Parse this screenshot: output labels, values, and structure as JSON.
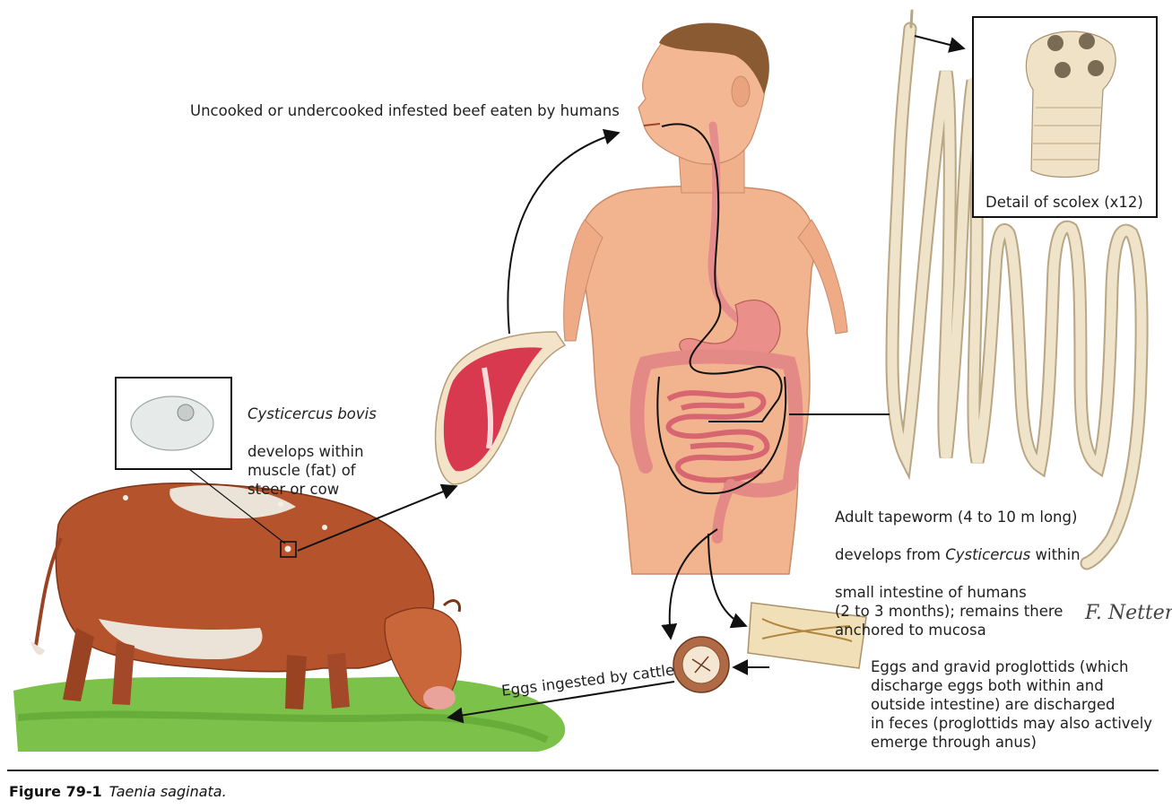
{
  "labels": {
    "beef_eaten": "Uncooked or undercooked infested beef eaten by humans",
    "cysticercus_name": "Cysticercus bovis",
    "cysticercus_rest": "develops within\nmuscle (fat) of\nsteer or cow",
    "scolex_detail": "Detail of scolex (x12)",
    "adult_line1_pre": "Adult tapeworm (4 to 10 m long)",
    "adult_line2_pre": "develops from ",
    "adult_line2_ital": "Cysticercus",
    "adult_line2_post": " within",
    "adult_rest": "small intestine of humans\n(2 to 3 months); remains there\nanchored to mucosa",
    "eggs_ingested": "Eggs ingested by cattle",
    "eggs_discharged": "Eggs and gravid proglottids (which\ndischarge eggs both within and\noutside intestine) are discharged\nin feces (proglottids may also actively\nemerge through anus)"
  },
  "caption": {
    "figure_number": "Figure 79-1",
    "title": "Taenia saginata."
  },
  "colors": {
    "skin": "#f2b48f",
    "cow_brown": "#b5532c",
    "beef_red": "#d8394f",
    "worm": "#e9dcc0",
    "grass": "#6fbf3f"
  }
}
